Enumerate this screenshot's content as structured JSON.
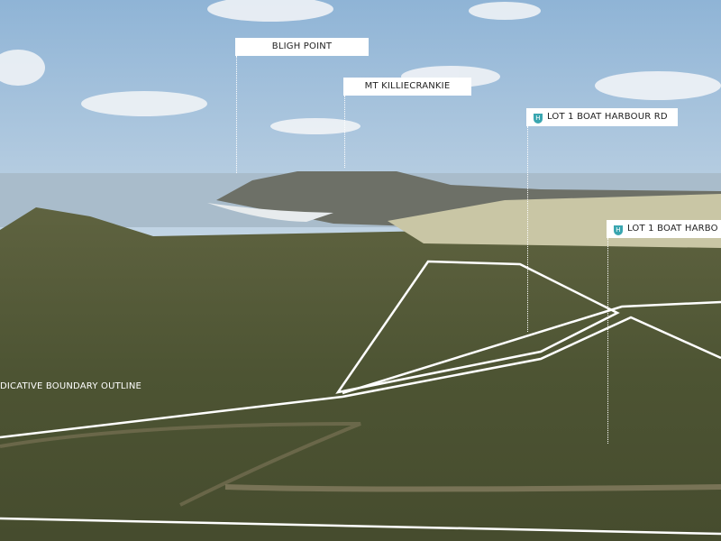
{
  "labels": {
    "bligh_point": "BLIGH POINT",
    "mt_killiecrankie": "MT KILLIECRANKIE",
    "lot1_far": "LOT 1 BOAT HARBOUR RD",
    "lot1_near": "LOT 1 BOAT HARBO",
    "boundary": "DICATIVE BOUNDARY OUTLINE"
  },
  "icons": {
    "brand": "shield-h-icon"
  },
  "colors": {
    "accent": "#3aa6b0",
    "outline": "#ffffff"
  }
}
